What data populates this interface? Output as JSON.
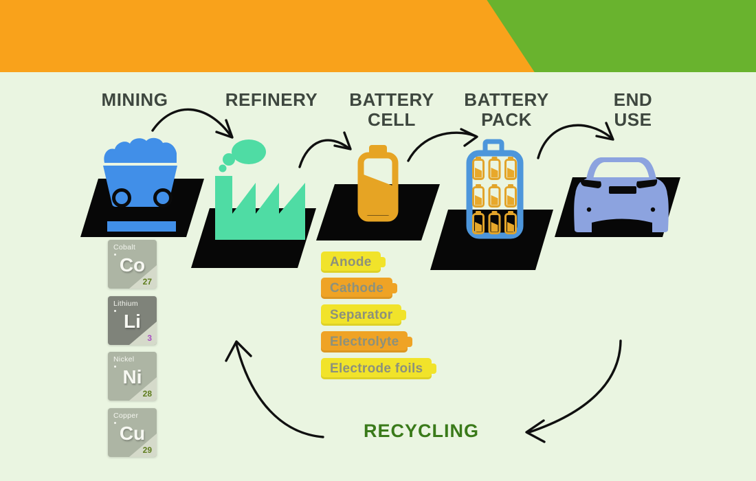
{
  "stages": [
    {
      "id": "mining",
      "label": "MINING",
      "icon": "mine-cart-icon"
    },
    {
      "id": "refinery",
      "label": "REFINERY",
      "icon": "factory-icon"
    },
    {
      "id": "battery-cell",
      "label": "BATTERY\nCELL",
      "icon": "battery-cell-icon"
    },
    {
      "id": "battery-pack",
      "label": "BATTERY\nPACK",
      "icon": "battery-pack-icon"
    },
    {
      "id": "end-use",
      "label": "END\nUSE",
      "icon": "car-icon"
    }
  ],
  "elements": [
    {
      "name": "Cobalt",
      "symbol": "Co",
      "number": "27"
    },
    {
      "name": "Lithium",
      "symbol": "Li",
      "number": "3"
    },
    {
      "name": "Nickel",
      "symbol": "Ni",
      "number": "28"
    },
    {
      "name": "Copper",
      "symbol": "Cu",
      "number": "29"
    }
  ],
  "components": [
    {
      "label": "Anode",
      "style": "yellow"
    },
    {
      "label": "Cathode",
      "style": "orange"
    },
    {
      "label": "Separator",
      "style": "yellow"
    },
    {
      "label": "Electrolyte",
      "style": "orange"
    },
    {
      "label": "Electrode foils",
      "style": "yellow"
    }
  ],
  "recycling": {
    "label": "RECYCLING"
  },
  "colors": {
    "banner_orange": "#F9A21B",
    "banner_green": "#69B32E",
    "background": "#EAF5E1",
    "heading_text": "#3E473F",
    "mine_cart_blue": "#418FE8",
    "refinery_mint": "#4FDCA4",
    "battery_orange": "#E6A424",
    "pack_blue": "#4D96DB",
    "car_blue": "#8CA3DF",
    "platform_black": "#070707",
    "pill_yellow": "#F1E32A",
    "pill_orange": "#EFA325",
    "pill_text": "#8C917C",
    "tile_gray": "#ADB5A4",
    "tile_dark": "#7F837A",
    "tile_number_green": "#5E7C1C",
    "tile_number_purple": "#A94FC2",
    "recycling_green": "#3A7A1A",
    "arrow_black": "#101010"
  }
}
